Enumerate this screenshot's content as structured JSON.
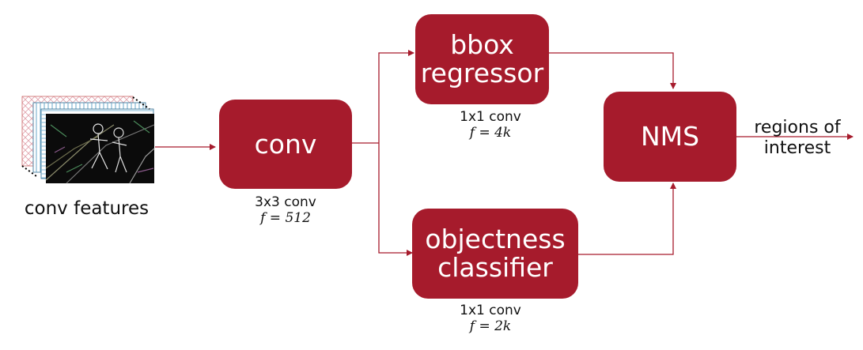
{
  "input": {
    "label": "conv features"
  },
  "nodes": {
    "conv": {
      "label": "conv",
      "caption": "3x3 conv",
      "formula": "f = 512"
    },
    "bbox": {
      "line1": "bbox",
      "line2": "regressor",
      "caption": "1x1 conv",
      "formula": "f = 4k"
    },
    "objectness": {
      "line1": "objectness",
      "line2": "classifier",
      "caption": "1x1 conv",
      "formula": "f = 2k"
    },
    "nms": {
      "label": "NMS"
    }
  },
  "output": {
    "line1": "regions of",
    "line2": "interest"
  },
  "colors": {
    "box": "#a61b2c",
    "arrow": "#a61b2c"
  }
}
